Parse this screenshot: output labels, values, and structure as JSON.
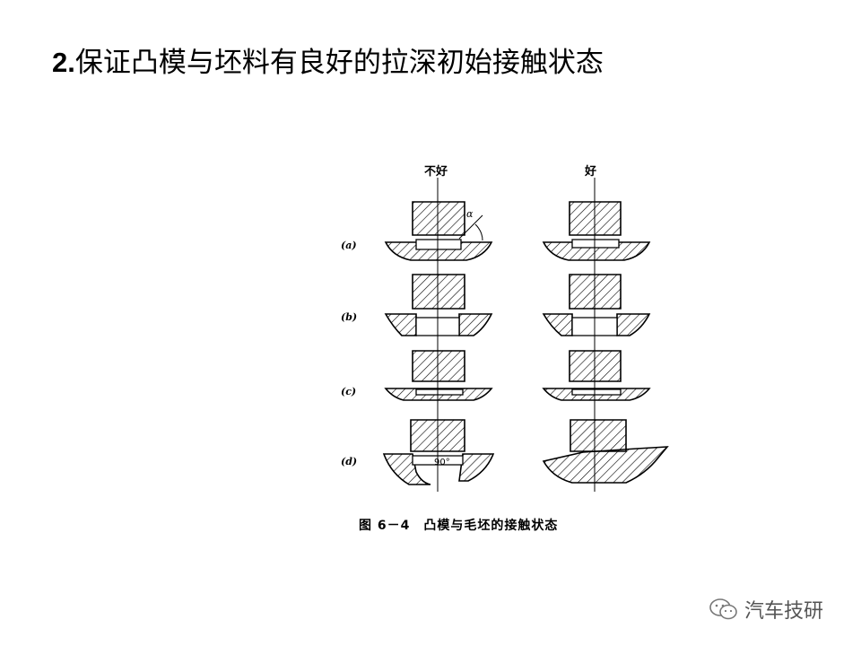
{
  "title": {
    "number": "2.",
    "text": "保证凸模与坯料有良好的拉深初始接触状态"
  },
  "figure": {
    "col_bad": "不好",
    "col_good": "好",
    "rows": [
      "(a)",
      "(b)",
      "(c)",
      "(d)"
    ],
    "angle_label": "α",
    "angle_90": "90°",
    "caption": "图 6－4　凸模与毛坯的接触状态"
  },
  "watermark": {
    "text": "汽车技研",
    "icon": "wechat-icon",
    "color": "#777777"
  }
}
